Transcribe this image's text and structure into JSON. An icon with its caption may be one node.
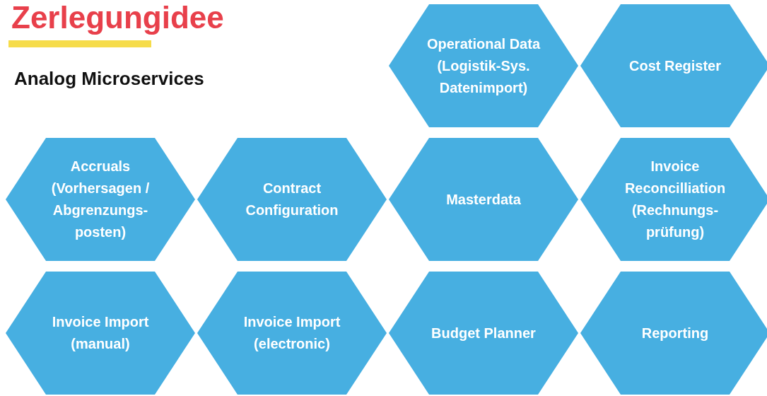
{
  "diagram": {
    "title": "Zerlegungidee",
    "nodes": [
      {
        "text": [
          "Operational Data (Logistik-Sys. Datenimport)"
        ]
      },
      {
        "text": [
          "Cost Register"
        ]
      },
      {
        "text": [
          "Accruals (Vorhersagen / Abgrenzungs-posten)"
        ]
      },
      {
        "text": [
          "Contract Configuration"
        ]
      },
      {
        "text": [
          "Masterdata"
        ]
      },
      {
        "text": [
          "Invoice Reconcilliation (Rechnungs-prüfung)"
        ]
      },
      {
        "text": [
          "Invoice Import (manual)"
        ]
      },
      {
        "text": [
          "Invoice Import (electronic)"
        ]
      },
      {
        "text": [
          "Budget Planner"
        ]
      },
      {
        "text": [
          "Reporting"
        ]
      }
    ],
    "labels": [
      "Analog Microservices"
    ]
  }
}
